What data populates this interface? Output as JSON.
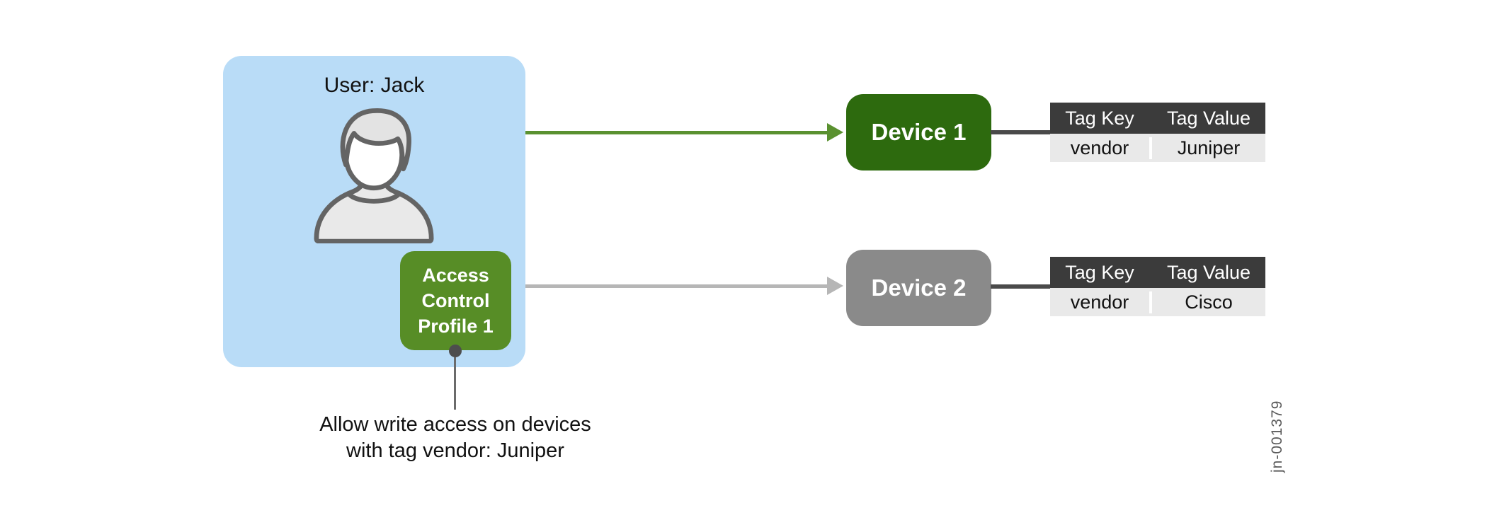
{
  "title": "Access control profile to device tag mapping diagram",
  "user_panel": {
    "label": "User: Jack",
    "icon": "person-icon"
  },
  "access_profile": {
    "line1": "Access",
    "line2": "Control",
    "line3": "Profile 1"
  },
  "annotation": {
    "line1": "Allow write access on devices",
    "line2": "with tag vendor: Juniper"
  },
  "devices": {
    "device1": {
      "label": "Device 1"
    },
    "device2": {
      "label": "Device 2"
    }
  },
  "tag_tables": {
    "header": {
      "key": "Tag Key",
      "value": "Tag Value"
    },
    "device1": {
      "key": "vendor",
      "value": "Juniper"
    },
    "device2": {
      "key": "vendor",
      "value": "Cisco"
    }
  },
  "figure_id": "jn-001379",
  "colors": {
    "panel_blue": "#b9dcf7",
    "profile_green": "#578d26",
    "device1_green": "#2d6a0e",
    "device2_gray": "#8a8a8a",
    "arrow_green": "#5a9130",
    "arrow_gray": "#b6b6b6",
    "connector_dark": "#4a4a4a",
    "table_header_dark": "#3b3b3b",
    "table_row_light": "#e9e9e9"
  }
}
